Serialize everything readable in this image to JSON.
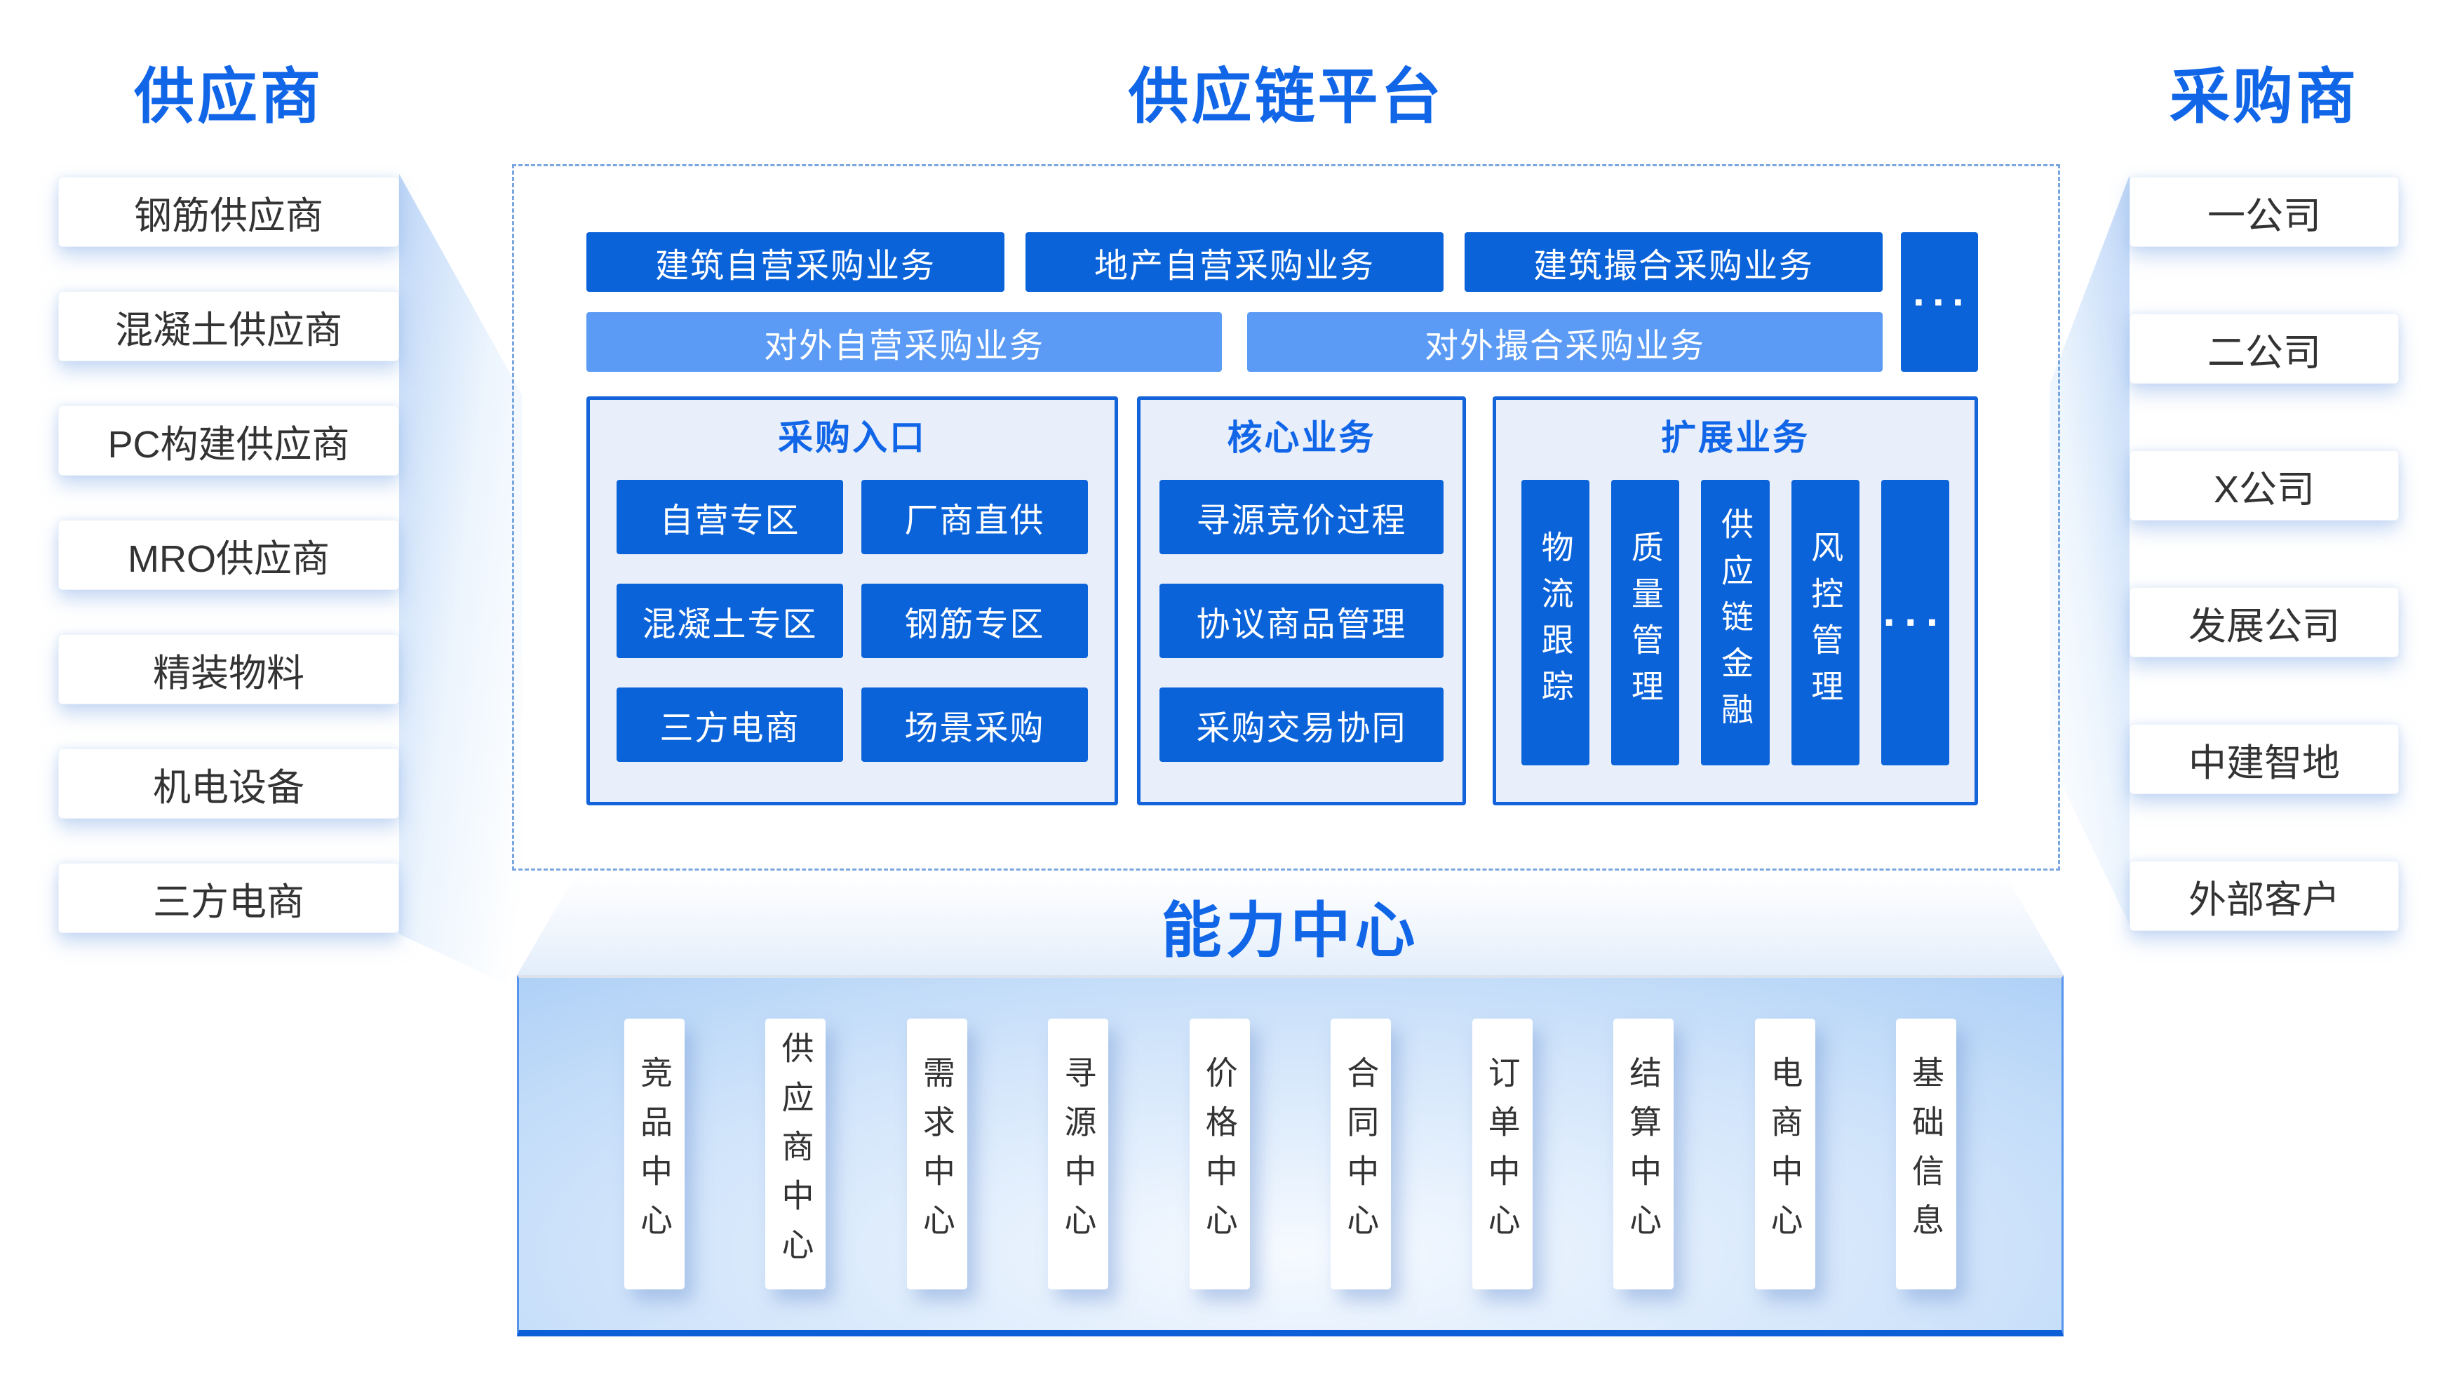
{
  "ellipsis": "···",
  "colors": {
    "title-blue": "#1166e8",
    "btn-dark": "#0b63da",
    "btn-light": "#5b9bf5",
    "panel-bg": "#e8effb",
    "panel-border": "#1363da",
    "dashed": "#7aa6e0",
    "text-dark": "#333333",
    "stage-border": "#5794ee",
    "stage-bottom": "#0d5fd8"
  },
  "suppliers": {
    "title": "供应商",
    "items": [
      "钢筋供应商",
      "混凝土供应商",
      "PC构建供应商",
      "MRO供应商",
      "精装物料",
      "机电设备",
      "三方电商"
    ]
  },
  "platform": {
    "title": "供应链平台",
    "row1": [
      "建筑自营采购业务",
      "地产自营采购业务",
      "建筑撮合采购业务"
    ],
    "more": "···",
    "row2": [
      "对外自营采购业务",
      "对外撮合采购业务"
    ],
    "entry": {
      "title": "采购入口",
      "buttons": [
        "自营专区",
        "厂商直供",
        "混凝土专区",
        "钢筋专区",
        "三方电商",
        "场景采购"
      ]
    },
    "core": {
      "title": "核心业务",
      "buttons": [
        "寻源竞价过程",
        "协议商品管理",
        "采购交易协同"
      ]
    },
    "extension": {
      "title": "扩展业务",
      "columns": [
        "物流跟踪",
        "质量管理",
        "供应链金融",
        "风控管理",
        "···"
      ]
    }
  },
  "capability": {
    "title": "能力中心",
    "items": [
      "竞品中心",
      "供应商中心",
      "需求中心",
      "寻源中心",
      "价格中心",
      "合同中心",
      "订单中心",
      "结算中心",
      "电商中心",
      "基础信息"
    ]
  },
  "purchasers": {
    "title": "采购商",
    "items": [
      "一公司",
      "二公司",
      "X公司",
      "发展公司",
      "中建智地",
      "外部客户"
    ]
  }
}
